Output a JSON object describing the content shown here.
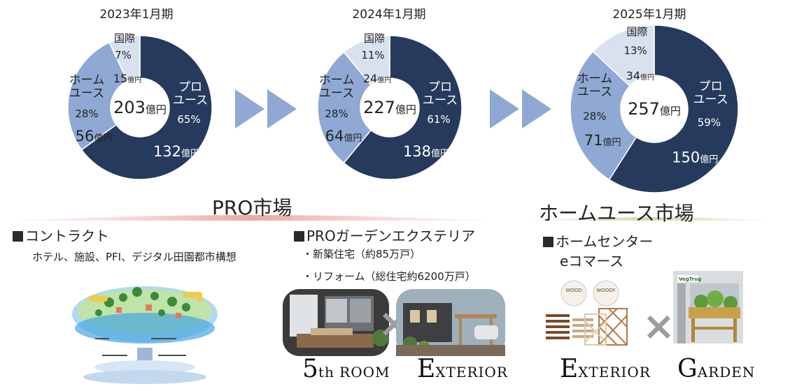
{
  "chart_data": [
    {
      "type": "pie",
      "title": "2023年1月期",
      "total": "203",
      "total_unit": "億円",
      "slices": [
        {
          "name": "プロユース",
          "percent": 65,
          "amount": "132",
          "color": "#263a5e"
        },
        {
          "name": "ホームユース",
          "percent": 28,
          "amount": "56",
          "color": "#8fa9d4"
        },
        {
          "name": "国際",
          "percent": 7,
          "amount": "15",
          "color": "#d9e1ef"
        }
      ]
    },
    {
      "type": "pie",
      "title": "2024年1月期",
      "total": "227",
      "total_unit": "億円",
      "slices": [
        {
          "name": "プロユース",
          "percent": 61,
          "amount": "138",
          "color": "#263a5e"
        },
        {
          "name": "ホームユース",
          "percent": 28,
          "amount": "64",
          "color": "#8fa9d4"
        },
        {
          "name": "国際",
          "percent": 11,
          "amount": "24",
          "color": "#d9e1ef"
        }
      ]
    },
    {
      "type": "pie",
      "title": "2025年1月期",
      "total": "257",
      "total_unit": "億円",
      "slices": [
        {
          "name": "プロユース",
          "percent": 59,
          "amount": "150",
          "color": "#263a5e"
        },
        {
          "name": "ホームユース",
          "percent": 28,
          "amount": "71",
          "color": "#8fa9d4"
        },
        {
          "name": "国際",
          "percent": 13,
          "amount": "34",
          "color": "#d9e1ef"
        }
      ]
    }
  ],
  "labels": {
    "pro_lines": [
      "プロ",
      "ユース"
    ],
    "home_lines": [
      "ホーム",
      "ユース"
    ],
    "intl_lines": [
      "国際"
    ],
    "unit": "億円"
  },
  "arrow_color": "#8fa9d4",
  "market": {
    "pro": {
      "title": "PRO市場",
      "color": "#c0392b"
    },
    "home": {
      "title": "ホームユース市場",
      "color": "#a8b878"
    }
  },
  "sections": {
    "contract": {
      "heading": "コントラクト",
      "desc": "ホテル、施設、PFI、デジタル田園都市構想"
    },
    "garden": {
      "heading": "PROガーデンエクステリア",
      "items": [
        "・新築住宅（約85万戸）",
        "・リフォーム（総住宅約6200万戸）"
      ],
      "brand_left": {
        "big": "5",
        "small": "th ROOM"
      },
      "brand_right": {
        "big": "E",
        "small": "XTERIOR"
      }
    },
    "home_center": {
      "heading": "ホームセンター",
      "sub": "eコマース",
      "brand_left": {
        "big": "E",
        "small": "XTERIOR"
      },
      "brand_right": {
        "big": "G",
        "small": "ARDEN"
      },
      "sign_labels": [
        "WOOD",
        "WOODY"
      ],
      "product_sign": "VegTrug"
    }
  },
  "multiply_sign": "×"
}
